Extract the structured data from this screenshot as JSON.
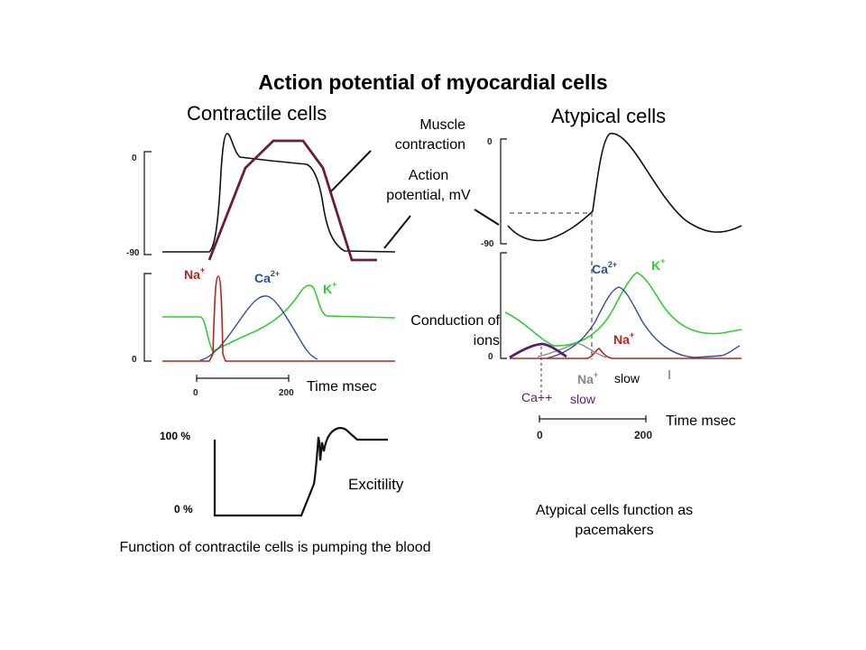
{
  "title": "Action potential of myocardial cells",
  "left": {
    "heading": "Contractile cells",
    "y_ticks": [
      "0",
      "-90",
      "0"
    ],
    "x_ticks": [
      "0",
      "200"
    ],
    "time_label": "Time msec",
    "ions": {
      "na": "Na",
      "na_sup": "+",
      "ca": "Ca",
      "ca_sup": "2+",
      "k": "K",
      "k_sup": "+"
    },
    "excitability": {
      "label": "Excitility",
      "top_tick": "100 %",
      "bottom_tick": "0 %"
    },
    "caption": "Function of contractile cells is pumping the blood"
  },
  "middle": {
    "muscle_contraction": "Muscle contraction",
    "action_potential": "Action potential, mV",
    "conduction": "Conduction of ions"
  },
  "right": {
    "heading": "Atypical cells",
    "y_ticks": [
      "0",
      "-90",
      "0"
    ],
    "x_ticks": [
      "0",
      "200"
    ],
    "time_label": "Time msec",
    "ions": {
      "ca": "Ca",
      "ca_sup": "2+",
      "k": "K",
      "k_sup": "+",
      "na": "Na",
      "na_sup": "+",
      "na_slow": "Na",
      "na_slow_sup": "+",
      "slow1": "slow",
      "ca_slow": "Ca++",
      "slow2": "slow"
    },
    "caption": "Atypical cells function as pacemakers"
  },
  "colors": {
    "line": "#111111",
    "contraction": "#6b1c3a",
    "na": "#b3261e",
    "ca": "#2a4f9a",
    "k": "#33cc33",
    "ca_slow": "#5a1e6e",
    "na_slow": "#888888"
  }
}
